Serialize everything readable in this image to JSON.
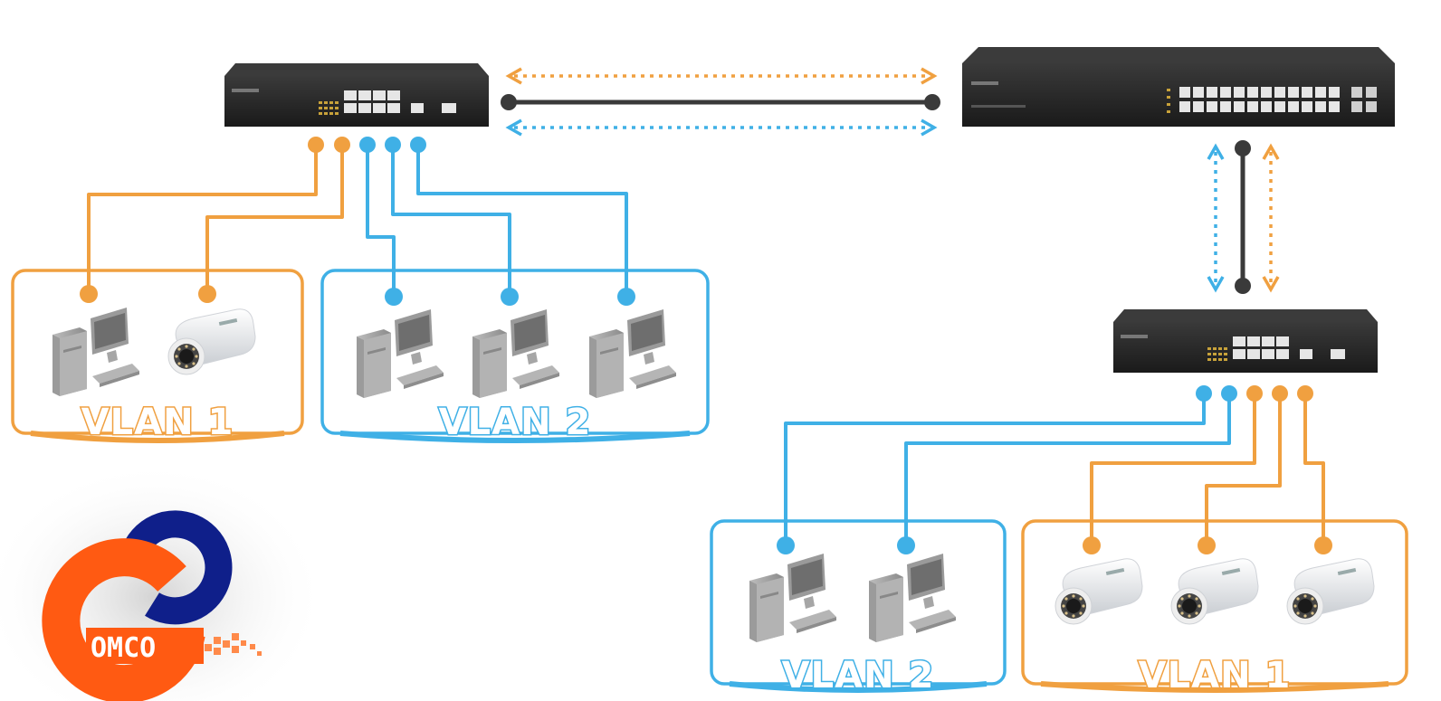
{
  "colors": {
    "vlan1": "#f0a040",
    "vlan2": "#3fb0e6",
    "trunk": "#3a3a3a",
    "switch_body": "#2b2b2b",
    "logo_orange": "#ff5a12",
    "logo_navy": "#0f1f8a"
  },
  "groups": [
    {
      "label": "VLAN 1",
      "vlan": "vlan1",
      "devices": [
        "pc-icon",
        "camera-icon"
      ]
    },
    {
      "label": "VLAN 2",
      "vlan": "vlan2",
      "devices": [
        "pc-icon",
        "pc-icon",
        "pc-icon"
      ]
    },
    {
      "label": "VLAN 2",
      "vlan": "vlan2",
      "devices": [
        "pc-icon",
        "pc-icon"
      ]
    },
    {
      "label": "VLAN 1",
      "vlan": "vlan1",
      "devices": [
        "camera-icon",
        "camera-icon",
        "camera-icon"
      ]
    }
  ],
  "switches": [
    {
      "name": "left-switch",
      "ports": 8
    },
    {
      "name": "core-switch",
      "ports": 24
    },
    {
      "name": "right-switch",
      "ports": 8
    }
  ],
  "logo": {
    "text": "OMCO"
  }
}
